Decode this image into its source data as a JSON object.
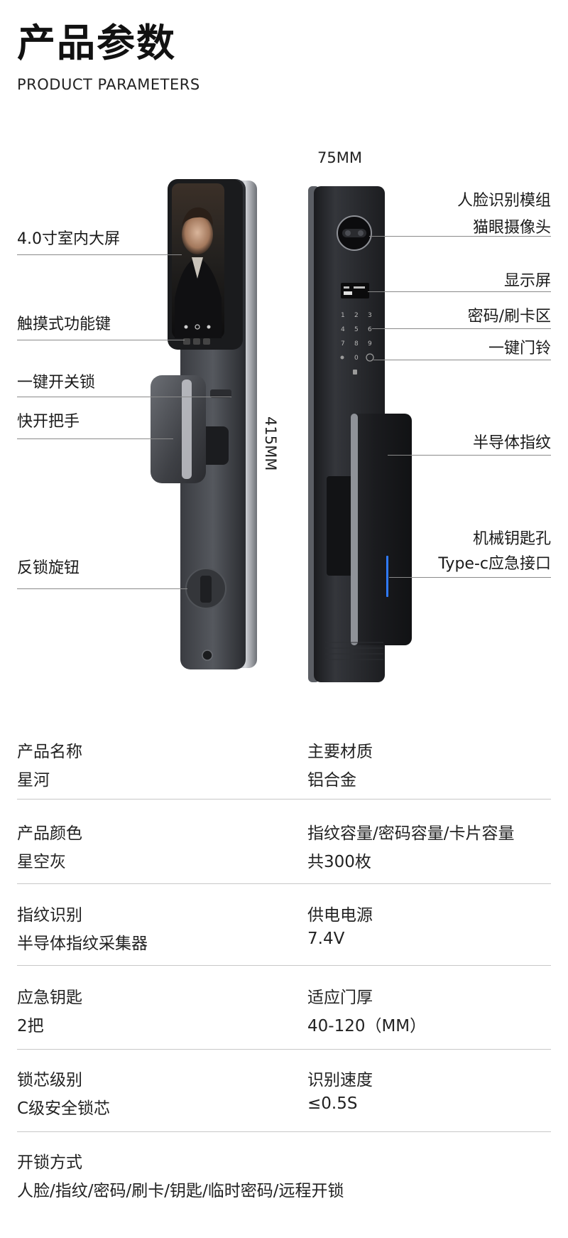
{
  "header": {
    "title_cn": "产品参数",
    "title_en": "PRODUCT PARAMETERS"
  },
  "dimensions": {
    "width": "75MM",
    "height": "415MM"
  },
  "callouts_left": [
    "4.0寸室内大屏",
    "触摸式功能键",
    "一键开关锁",
    "快开把手",
    "反锁旋钮"
  ],
  "callouts_right": [
    "人脸识别模组",
    "猫眼摄像头",
    "显示屏",
    "密码/刷卡区",
    "一键门铃",
    "半导体指纹",
    "机械钥匙孔",
    "Type-c应急接口"
  ],
  "keypad": {
    "keys": [
      "1",
      "2",
      "3",
      "4",
      "5",
      "6",
      "7",
      "8",
      "9",
      "0"
    ]
  },
  "specs": [
    {
      "left": {
        "label": "产品名称",
        "value": "星河"
      },
      "right": {
        "label": "主要材质",
        "value": "铝合金"
      }
    },
    {
      "left": {
        "label": "产品颜色",
        "value": "星空灰"
      },
      "right": {
        "label": "指纹容量/密码容量/卡片容量",
        "value": "共300枚"
      }
    },
    {
      "left": {
        "label": "指纹识别",
        "value": "半导体指纹采集器"
      },
      "right": {
        "label": "供电电源",
        "value": "7.4V"
      }
    },
    {
      "left": {
        "label": "应急钥匙",
        "value": "2把"
      },
      "right": {
        "label": "适应门厚",
        "value": "40-120（MM）"
      }
    },
    {
      "left": {
        "label": "锁芯级别",
        "value": "C级安全锁芯"
      },
      "right": {
        "label": "识别速度",
        "value": "≤0.5S"
      }
    },
    {
      "left": {
        "label": "开锁方式",
        "value": "人脸/指纹/密码/刷卡/钥匙/临时密码/远程开锁"
      }
    }
  ],
  "colors": {
    "body_dark": "#2b2d31",
    "panel_dark": "#1c1d20",
    "accent_blue": "#2f7bff",
    "line_gray": "#8a8a8a"
  }
}
